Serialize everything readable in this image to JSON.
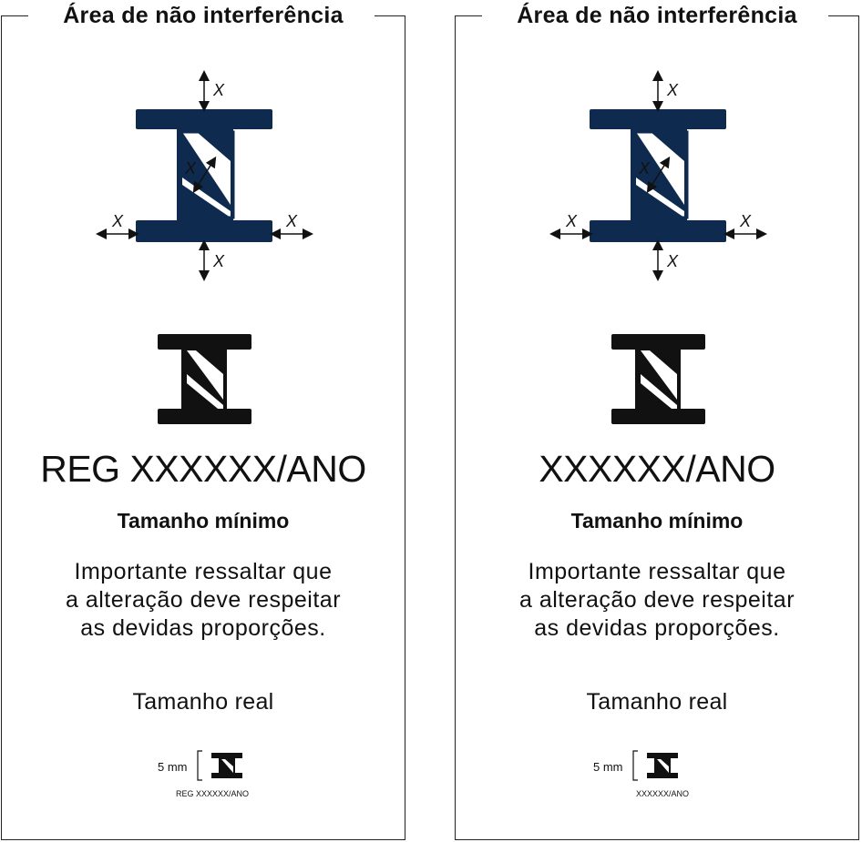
{
  "colors": {
    "accent": "#0f2a4f",
    "ink": "#111111"
  },
  "panels": [
    {
      "title": "Área de não interferência",
      "x_label": "X",
      "registration": "REG XXXXXX/ANO",
      "min_size_label": "Tamanho mínimo",
      "note_lines": [
        "Importante ressaltar que",
        "a alteração deve respeitar",
        "as devidas proporções."
      ],
      "real_size_label": "Tamanho real",
      "mm_label": "5 mm",
      "small_registration": "REG XXXXXX/ANO"
    },
    {
      "title": "Área de não interferência",
      "x_label": "X",
      "registration": "XXXXXX/ANO",
      "min_size_label": "Tamanho mínimo",
      "note_lines": [
        "Importante ressaltar que",
        "a alteração deve respeitar",
        "as devidas proporções."
      ],
      "real_size_label": "Tamanho real",
      "mm_label": "5 mm",
      "small_registration": "XXXXXX/ANO"
    }
  ]
}
